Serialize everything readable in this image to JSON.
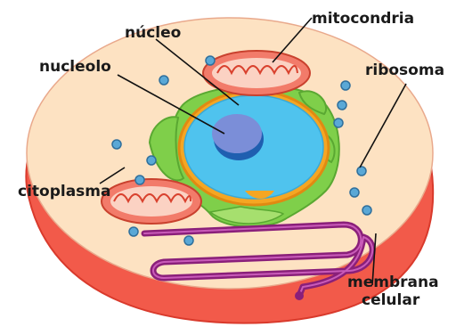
{
  "diagram": {
    "labels": {
      "nucleus": "núcleo",
      "mitochondria": "mitocondria",
      "nucleolus": "nucleolo",
      "ribosome": "ribosoma",
      "cytoplasm": "citoplasma",
      "membrane_line1": "membrana",
      "membrane_line2": "celular"
    },
    "colors": {
      "membrane": "#f25a4a",
      "cytoplasm": "#fde2c2",
      "nucleus": "#4fc3ee",
      "nucleolus": "#7b8ed8",
      "er": "#7fcf4a",
      "mitochondria": "#f27b6a",
      "ribosome": "#5aa8d6",
      "golgi": "#8a1f7a",
      "leader": "#111111"
    }
  }
}
